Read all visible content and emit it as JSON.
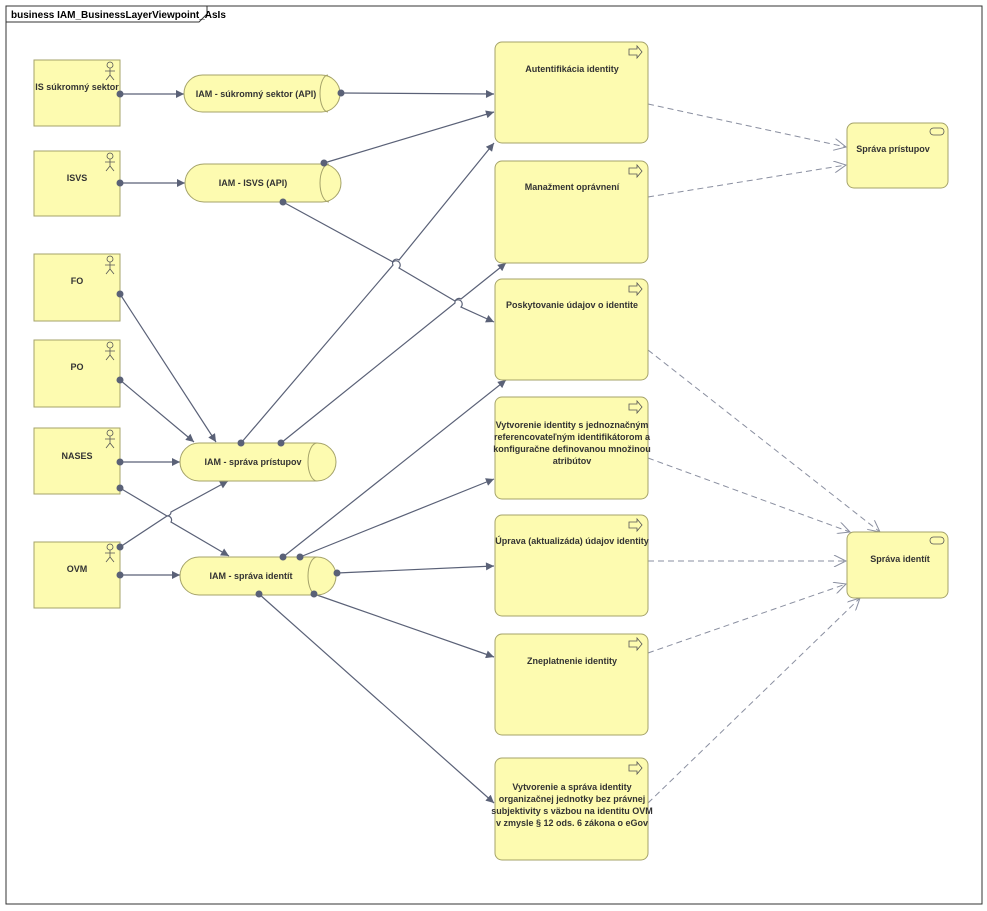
{
  "frame": {
    "title": "business IAM_BusinessLayerViewpoint_AsIs"
  },
  "colors": {
    "fill": "#fdfbb0",
    "stroke": "#a5a36a",
    "line": "#5a6177"
  },
  "actors": {
    "is_sukromny": "IS súkromný sektor",
    "isvs": "ISVS",
    "fo": "FO",
    "po": "PO",
    "nases": "NASES",
    "ovm": "OVM"
  },
  "interfaces": {
    "sukromny_api": "IAM - súkromný sektor (API)",
    "isvs_api": "IAM - ISVS (API)",
    "sprava_pristupov": "IAM - správa prístupov",
    "sprava_identit": "IAM - správa identít"
  },
  "processes": {
    "autentifikacia": [
      "Autentifikácia identity"
    ],
    "manazment": [
      "Manažment oprávnení"
    ],
    "poskytovanie": [
      "Poskytovanie údajov o identite"
    ],
    "vytvorenie": [
      "Vytvorenie identity s jednoznačným",
      "referencovateľným identifikátorom a",
      "konfiguračne definovanou množinou",
      "atribútov"
    ],
    "uprava": [
      "Úprava (aktualizáda) údajov identity"
    ],
    "zneplatnenie": [
      "Zneplatnenie identity"
    ],
    "vytvorenie_oj": [
      "Vytvorenie a správa identity",
      "organizačnej jednotky bez právnej",
      "subjektivity s väzbou na identitu OVM",
      "v zmysle § 12 ods. 6 zákona o eGov"
    ]
  },
  "services": {
    "sprava_pristupov": "Správa prístupov",
    "sprava_identit": "Správa identít"
  }
}
